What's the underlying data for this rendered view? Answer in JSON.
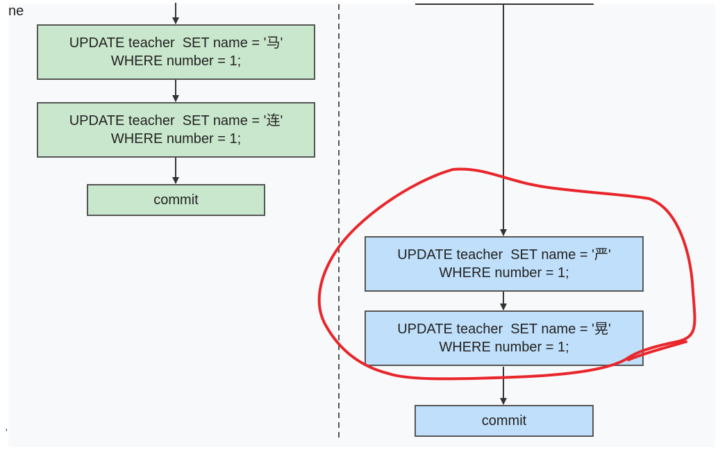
{
  "colors": {
    "green_box": "#c9e7cc",
    "blue_box": "#bfdffa",
    "border": "#555555",
    "arrow": "#333333",
    "annotation": "#e8262b",
    "background": "#f8f9fb"
  },
  "edge_text": {
    "top_left": "ne",
    "bottom_left": "'"
  },
  "left_column": {
    "box1": {
      "line1": "UPDATE teacher  SET name = '马'",
      "line2": "WHERE number = 1;"
    },
    "box2": {
      "line1": "UPDATE teacher  SET name = '连'",
      "line2": "WHERE number = 1;"
    },
    "commit": "commit"
  },
  "right_column": {
    "box1": {
      "line1": "UPDATE teacher  SET name = '严'",
      "line2": "WHERE number = 1;"
    },
    "box2": {
      "line1": "UPDATE teacher  SET name = '晃'",
      "line2": "WHERE number = 1;"
    },
    "commit": "commit"
  }
}
